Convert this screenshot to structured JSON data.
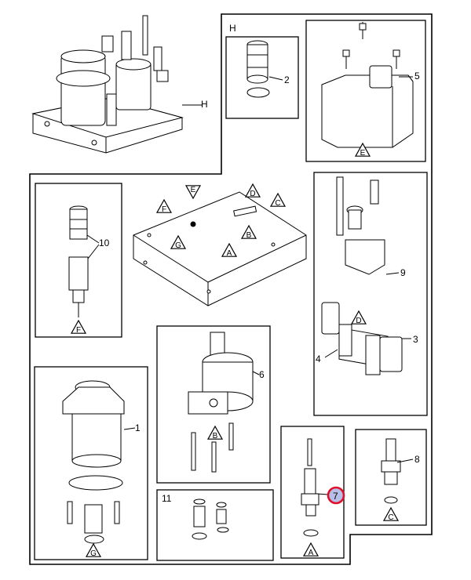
{
  "diagram": {
    "main_callout": "H",
    "callouts": {
      "h_label": "H",
      "p2": "2",
      "p5": "5",
      "p10": "10",
      "p9": "9",
      "p3": "3",
      "p4": "4",
      "p6": "6",
      "p1": "1",
      "p11": "11",
      "p8": "8",
      "p7": "7"
    },
    "triangles": {
      "tE_top": "E",
      "tF_block": "F",
      "tD_block": "D",
      "tC_block": "C",
      "tB_block": "B",
      "tG_block": "G",
      "tA_block": "A",
      "tE_p5": "E",
      "tF_p10": "F",
      "tD_p9": "D",
      "tB_p6": "B",
      "tG_p1": "G",
      "tA_p7": "A",
      "tC_p8": "C"
    },
    "highlight_color": "#e0102a",
    "highlight_fill": "#b7bfe8"
  }
}
